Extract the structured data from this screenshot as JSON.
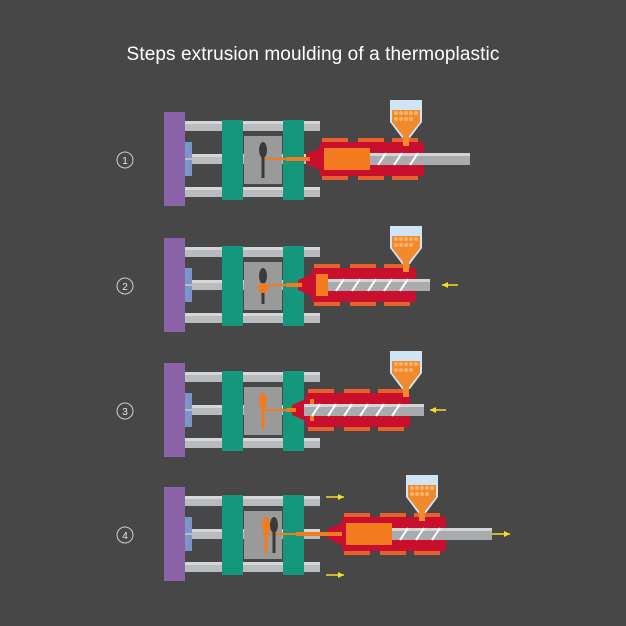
{
  "title": "Steps extrusion moulding of a thermoplastic",
  "colors": {
    "background": "#474747",
    "platen": "#8a63a8",
    "mould_plate": "#14977a",
    "tie_bar": "#b9bcbf",
    "guide_block": "#7b95c9",
    "cavity": "#9a9a9a",
    "barrel_outer": "#c8102e",
    "heater_band": "#e8612c",
    "molten_plastic": "#f47a20",
    "screw": "#a9acaf",
    "hopper": "#cfe5f3",
    "pellets": "#f08a2c",
    "arrow": "#f2e21b",
    "spoon_empty": "#3a3a3a",
    "spoon_filled": "#f47a20"
  },
  "steps": [
    {
      "label": "1",
      "screw_position": "back",
      "fill_level": 0.0,
      "push_arrow": false,
      "open_arrows": false
    },
    {
      "label": "2",
      "screw_position": "middle",
      "fill_level": 0.5,
      "push_arrow": true,
      "open_arrows": false
    },
    {
      "label": "3",
      "screw_position": "forward",
      "fill_level": 1.0,
      "push_arrow": true,
      "open_arrows": false
    },
    {
      "label": "4",
      "screw_position": "back",
      "fill_level": 1.0,
      "push_arrow": false,
      "open_arrows": true
    }
  ],
  "icons": {
    "step_badge": "circled-number-icon",
    "direction_arrow": "arrow-icon",
    "hopper": "hopper-icon",
    "screw": "screw-icon",
    "spoon": "spoon-part-icon"
  }
}
